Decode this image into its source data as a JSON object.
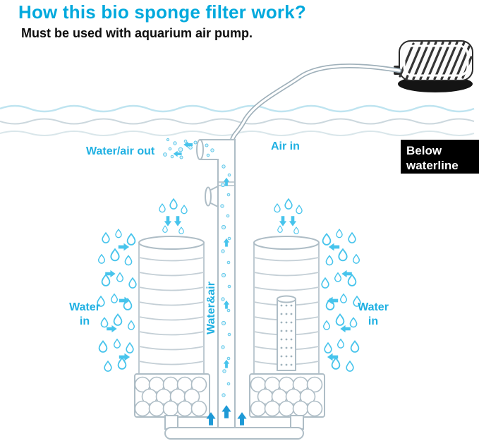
{
  "title": "How this bio sponge filter work?",
  "subtitle": "Must be used with aquarium air pump.",
  "labels": {
    "water_air_out": "Water/air out",
    "air_in": "Air in",
    "below_line1": "Below",
    "below_line2": "waterline",
    "water_in_line1": "Water",
    "water_in_line2": "in",
    "water_and_air": "Water&air"
  },
  "colors": {
    "title_accent": "#00a9dd",
    "label_cyan": "#1fb0e2",
    "droplet_cyan": "#47c4ec",
    "flow_arrow_blue": "#1d99d6",
    "diagram_outline_gray": "#aebdc6",
    "badge_background": "#000000",
    "badge_text": "#ffffff"
  },
  "icons": {
    "droplet": "water-droplet-icon",
    "flow_arrow": "flow-arrow-icon",
    "bubble": "air-bubble-dot"
  }
}
